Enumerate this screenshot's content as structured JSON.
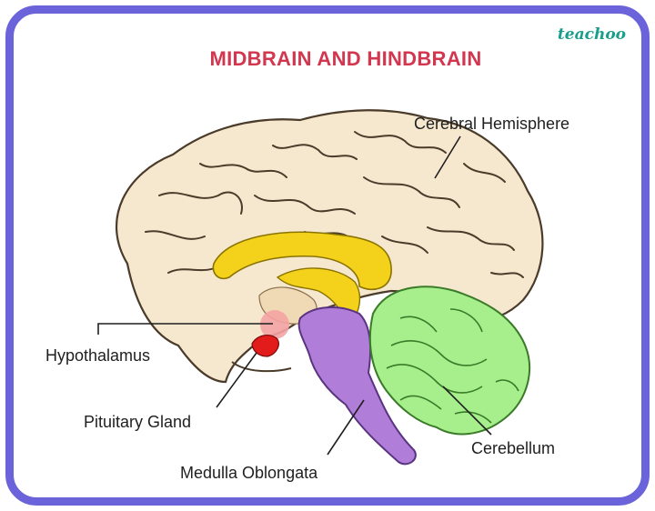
{
  "title": "MIDBRAIN AND HINDBRAIN",
  "brand": "teachoo",
  "labels": {
    "cerebral_hemisphere": "Cerebral Hemisphere",
    "hypothalamus": "Hypothalamus",
    "pituitary_gland": "Pituitary Gland",
    "medulla_oblongata": "Medulla Oblongata",
    "cerebellum": "Cerebellum"
  },
  "colors": {
    "frame": "#6b63d9",
    "title": "#d2374f",
    "brand": "#1a9e8c",
    "cerebrum": "#f6e8cf",
    "corpus_callosum": "#f4d21b",
    "hypothalamus": "#f4a3a3",
    "pituitary": "#e21b1b",
    "brainstem": "#b07ed8",
    "cerebellum": "#a6ef8c"
  }
}
